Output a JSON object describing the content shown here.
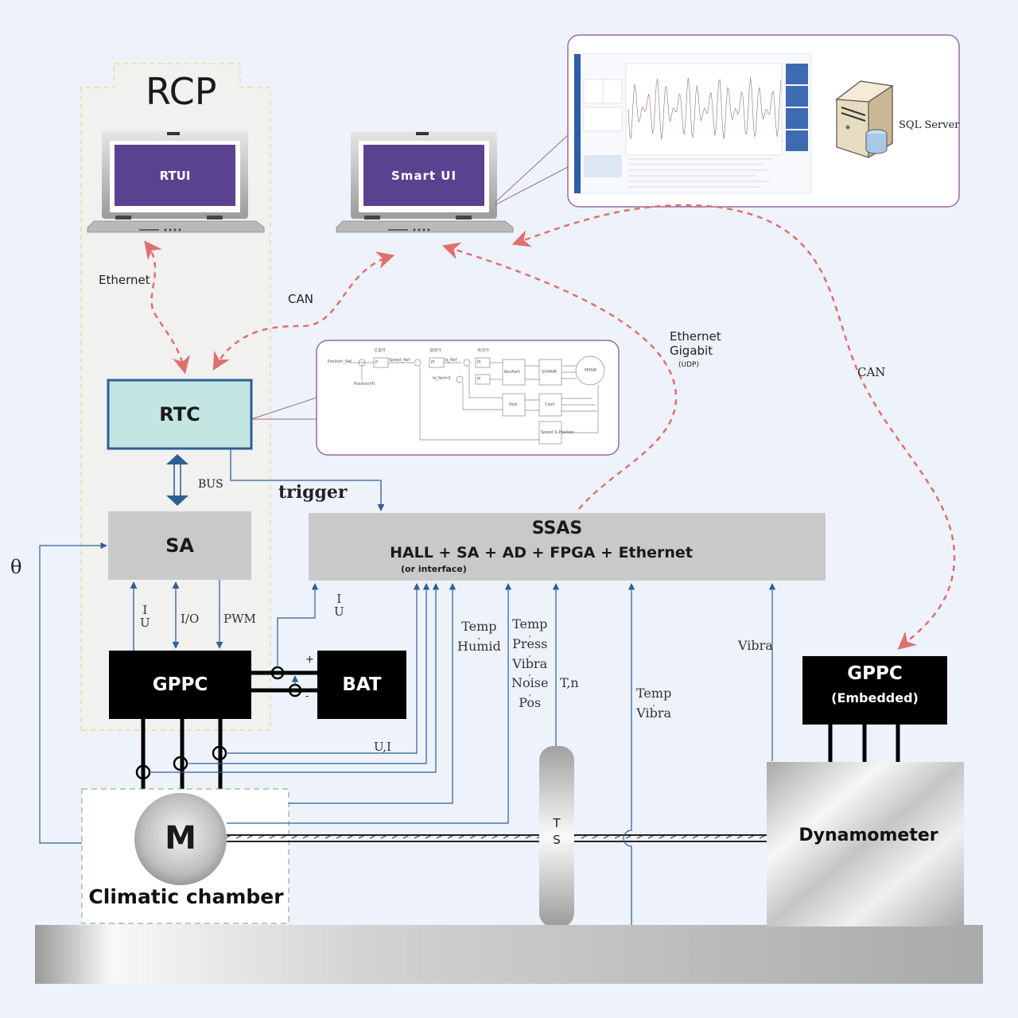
{
  "rcp": {
    "title": "RCP"
  },
  "laptops": {
    "rtui": {
      "label": "RTUI"
    },
    "smart_ui": {
      "label": "Smart UI"
    },
    "screen_color": "#5b4290"
  },
  "database": {
    "label": "SQL Server"
  },
  "links": {
    "ethernet": "Ethernet",
    "can_left": "CAN",
    "ethernet_gigabit_line1": "Ethernet",
    "ethernet_gigabit_line2": "Gigabit",
    "udp": "(UDP)",
    "can_right": "CAN",
    "bus": "BUS",
    "trigger": "trigger"
  },
  "blocks": {
    "rtc": "RTC",
    "sa": "SA",
    "gppc": "GPPC",
    "bat": "BAT",
    "ssas_title": "SSAS",
    "ssas_subtitle": "HALL + SA + AD + FPGA + Ethernet",
    "ssas_note": "(or interface)",
    "gppc_embedded_title": "GPPC",
    "gppc_embedded_sub": "(Embedded)",
    "motor": "M",
    "climatic_chamber": "Climatic chamber",
    "torque_sensor_top": "T",
    "torque_sensor_bottom": "S",
    "dynamometer": "Dynamometer"
  },
  "signals": {
    "theta": "θ",
    "sa_iu_top": "I",
    "sa_iu_bottom": "U",
    "io": "I/O",
    "pwm": "PWM",
    "bat_iu_top": "I",
    "bat_iu_bottom": "U",
    "plus": "+",
    "minus": "-",
    "ui": "U,I",
    "temp_humid": [
      "Temp",
      "Humid"
    ],
    "sensor_group": [
      "Temp",
      "Press",
      "Vibra",
      "Noise",
      "Pos"
    ],
    "tn": "T,n",
    "temp_vibra": [
      "Temp",
      "Vibra"
    ],
    "vibra": "Vibra"
  },
  "control_diagram": {
    "inputs": [
      "Position_Ref",
      "Position(fl)",
      "Speed_Ref",
      "Iq_Ref",
      "Id_Ref=0"
    ],
    "blocks": [
      "P",
      "PI",
      "PI",
      "PI",
      "RevPark",
      "SVPWM",
      "PMSM",
      "Park",
      "Clark",
      "Speed & Position"
    ],
    "stage_labels": [
      "位置环",
      "速度环",
      "电流环"
    ]
  },
  "colors": {
    "accent_blue": "#2e5f97",
    "dash_red": "#e07070",
    "rtc_fill": "#c4e6e2",
    "gray_box": "#c9c9c9",
    "black_box": "#000000",
    "callout_border": "#9a6a9c"
  }
}
